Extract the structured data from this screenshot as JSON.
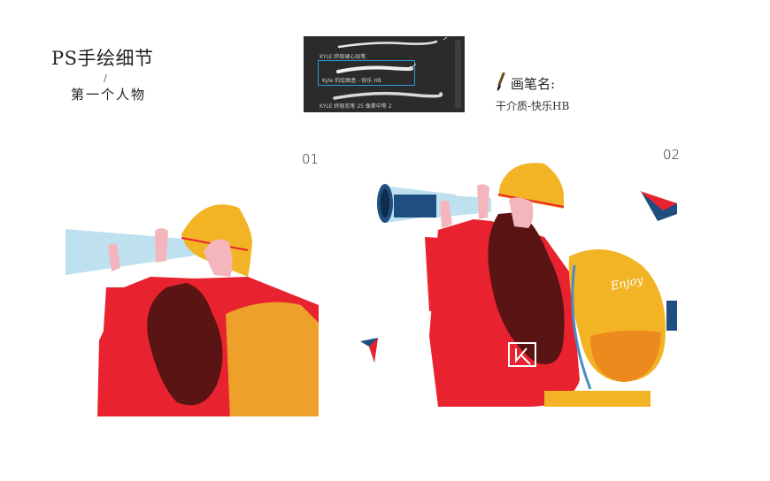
{
  "header": {
    "title": "PS手绘细节",
    "slash": "/",
    "subtitle": "第一个人物"
  },
  "brush_panel": {
    "items": [
      {
        "label": "KYLE 终极硬心铅笔",
        "selected": false
      },
      {
        "label": "Kyle 的绘图盒 - 快乐 HB",
        "selected": true
      },
      {
        "label": "KYLE 终极炭笔 25 像素中等 2",
        "selected": false
      }
    ]
  },
  "brush_info": {
    "heading": "画笔名:",
    "name": "干介质-快乐HB"
  },
  "stages": [
    {
      "number": "01"
    },
    {
      "number": "02"
    }
  ],
  "illustration": {
    "backpack_text": "Enjoy"
  },
  "colors": {
    "jacket_red": "#e8222e",
    "hat_yellow": "#f2b325",
    "hair_brown": "#5a1414",
    "telescope_blue": "#1f4e80",
    "light_beam": "#bfe0ef",
    "skin": "#f4b6bc",
    "backpack_orange": "#eda02a"
  }
}
